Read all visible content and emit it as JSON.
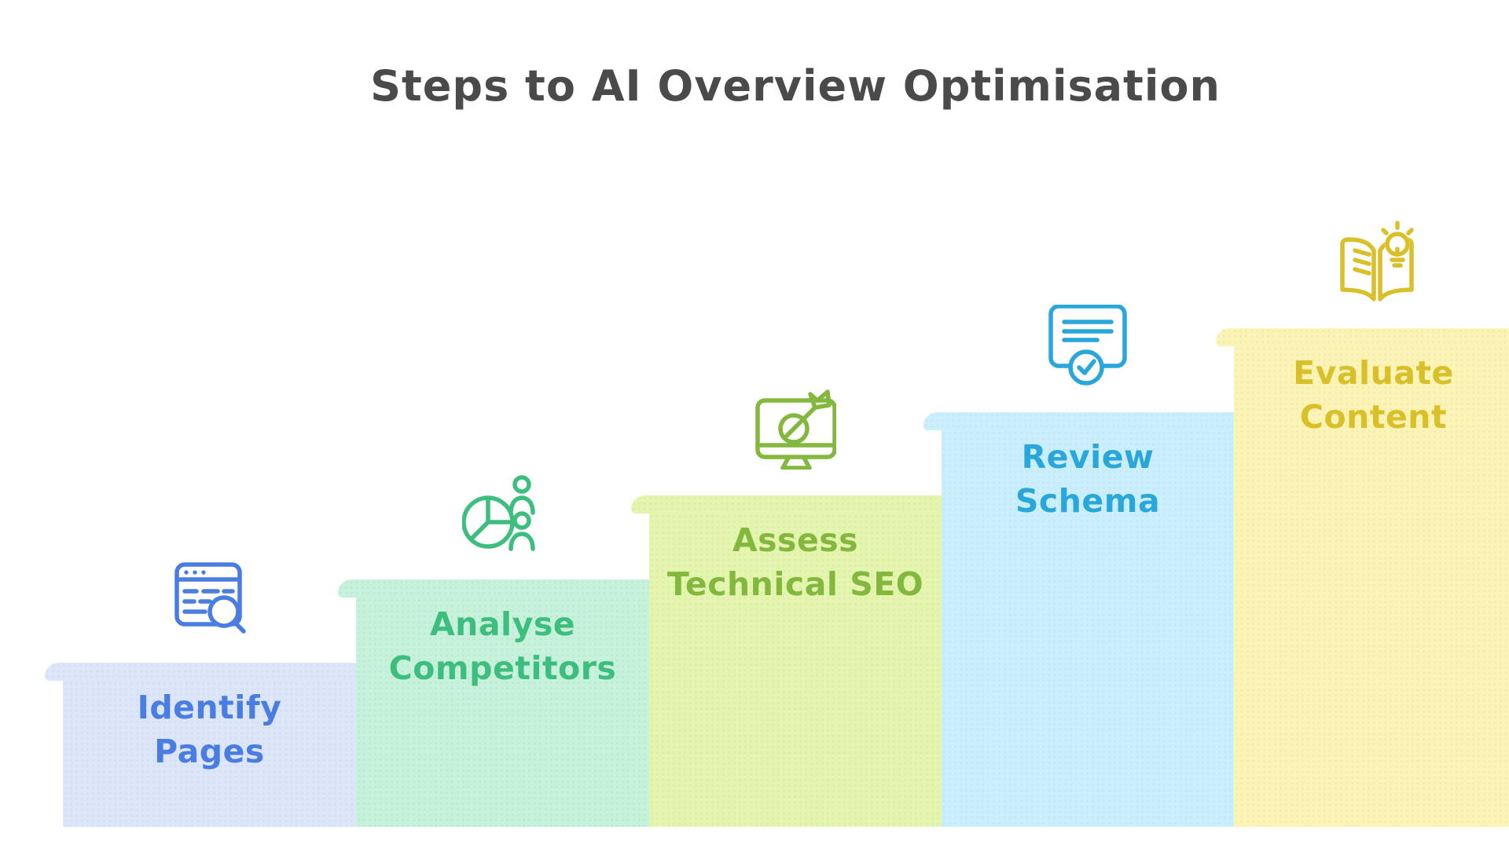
{
  "title": {
    "text": "Steps to AI Overview Optimisation",
    "color": "#4a4a4a"
  },
  "steps": [
    {
      "name": "identify-pages",
      "label_line1": "Identify",
      "label_line2": "Pages",
      "icon": "browser-search-icon",
      "colors": {
        "bg": "#dce6f8",
        "accent": "#4a7de2"
      }
    },
    {
      "name": "analyse-competitors",
      "label_line1": "Analyse",
      "label_line2": "Competitors",
      "icon": "pie-users-icon",
      "colors": {
        "bg": "#c6f1da",
        "accent": "#3dbe7e"
      }
    },
    {
      "name": "assess-technical-seo",
      "label_line1": "Assess",
      "label_line2": "Technical SEO",
      "icon": "monitor-target-icon",
      "colors": {
        "bg": "#e4f5ae",
        "accent": "#83b73e"
      }
    },
    {
      "name": "review-schema",
      "label_line1": "Review",
      "label_line2": "Schema",
      "icon": "document-check-icon",
      "colors": {
        "bg": "#cbeffa",
        "accent": "#29a6da"
      }
    },
    {
      "name": "evaluate-content",
      "label_line1": "Evaluate",
      "label_line2": "Content",
      "icon": "book-lightbulb-icon",
      "colors": {
        "bg": "#fbf4b4",
        "accent": "#d9bf28"
      }
    }
  ]
}
